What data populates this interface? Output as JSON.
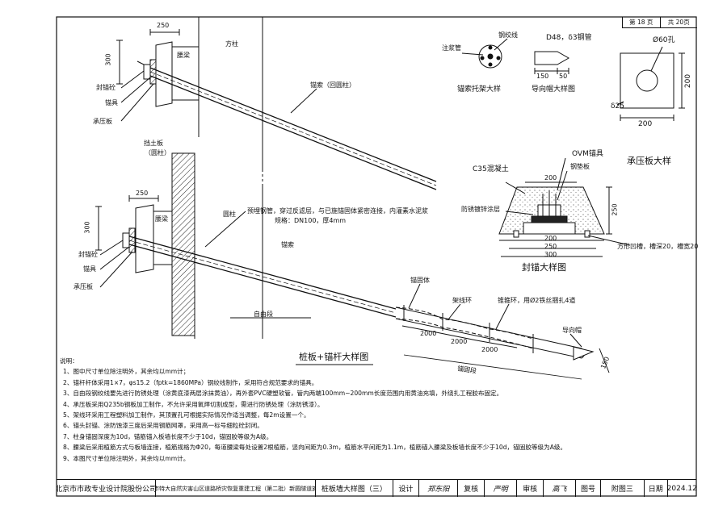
{
  "header": {
    "sheet_no": "第 18 页",
    "sheet_total": "共 20页"
  },
  "labels": {
    "dim_250_a": "250",
    "dim_300_a": "300",
    "lumian_a": "腰梁",
    "fangzhu": "方柱",
    "fengmaoqiang_a": "封锚砼",
    "maoju_a": "锚具",
    "chengyaban_a": "承压板",
    "maosuo_huiguo": "锚索（回圆柱）",
    "dangtuban": "挡土板",
    "dangtuban_sub": "（圆柱）",
    "dim_250_b": "250",
    "dim_300_b": "300",
    "lumian_b": "腰梁",
    "yuanzhu": "圆柱",
    "fengmaoqiang_b": "封锚砼",
    "maoju_b": "锚具",
    "chengyaban_b": "承压板",
    "yumai_note": "预埋钢管，穿过反滤层，与已施锚固体紧密连接，内灌素水泥浆",
    "yumai_spec": "规格：DN100，厚4mm",
    "maosuo": "锚索",
    "maogu_ti": "锚固体",
    "jiaxianhuan": "架线环",
    "duanjiazhi": "锥箍环，用Ø2铁丝捆扎4道",
    "daoxiangmao": "导向帽",
    "ziyouduan": "自由段",
    "maoguduan": "锚固段",
    "dim_2000_1": "2000",
    "dim_2000_2": "2000",
    "dim_2000_3": "2000",
    "dim_150_tip": "150",
    "main_title": "桩板+锚杆大样图",
    "zhujiangguan": "注浆管",
    "gangjiaoxian": "钢绞线",
    "tuojia_title": "锚索托架大样",
    "daoxiang_spec": "D48，δ3钢管",
    "dim_150": "150",
    "dim_50": "50",
    "daoxiang_title": "导向帽大样图",
    "plate_hole": "Ø60孔",
    "plate_200_v": "200",
    "plate_delta": "δ25",
    "plate_200_h": "200",
    "plate_title": "承压板大样",
    "ovm": "OVM锚具",
    "c35": "C35混凝土",
    "gangjiaoban": "钢垫板",
    "fangxiu": "防锈镀锌涂层",
    "seal_200_top": "200",
    "seal_250": "250",
    "seal_200_bot": "200",
    "seal_250_bot": "250",
    "seal_300": "300",
    "fangxing": "方形凹槽，槽深20，槽宽20",
    "seal_title": "封锚大样图"
  },
  "notes": {
    "title": "说明：",
    "items": [
      "1、图中尺寸单位除注明外，其余均以mm计；",
      "2、锚杆杆体采用1×7，φs15.2（fptk=1860MPa）钢绞线制作，采用符合规范要求的锚具。",
      "3、自由段钢绞线要先进行防锈处理（涂黄底漆两层涂抹黄油），再外套PVC硬塑软管，管内两端100mm~200mm长度范围内用黄油充填，外绕扎工程胶布固定。",
      "4、承压板采用Q235b钢板加工制作，不允许采用氧焊切割成型，需进行防锈处理（涂防锈漆）。",
      "5、架线环采用工程塑料加工制作，其顶置孔可根据实际情况作适当调整，每2m设置一个。",
      "6、锚头封锚、涂防蚀漆三度后采用钢筋网罩，采用高一标号细粒砼封闭。",
      "7、柱身锚固深度为10d，锚筋锚入板墙长度不少于10d，锚固胶等级为A级。",
      "8、腰梁后采用植筋方式与板墙连接，植筋规格为Φ20，每道腰梁每处设置2根植筋，竖向间距为0.3m，植筋水平间距为1.1m，植筋锚入腰梁及板墙长度不少于10d，锚固胶等级为A级。",
      "9、本图尺寸单位除注明外，其余均以mm计。"
    ]
  },
  "titleblock": {
    "company": "北京市市政专业设计院股份公司",
    "project": "北京市特大自然灾害山区道路桥灾恢复重建工程（第二批）新圆隧道施工图",
    "drawing_name": "桩板墙大样图（三）",
    "design_label": "设计",
    "design_sig": "郑东阳",
    "review_label": "复核",
    "review_sig": "严明",
    "check_label": "审核",
    "check_sig": "高飞",
    "drawing_no_label": "图号",
    "drawing_no": "附图三",
    "date_label": "日期",
    "date": "2024.12"
  }
}
